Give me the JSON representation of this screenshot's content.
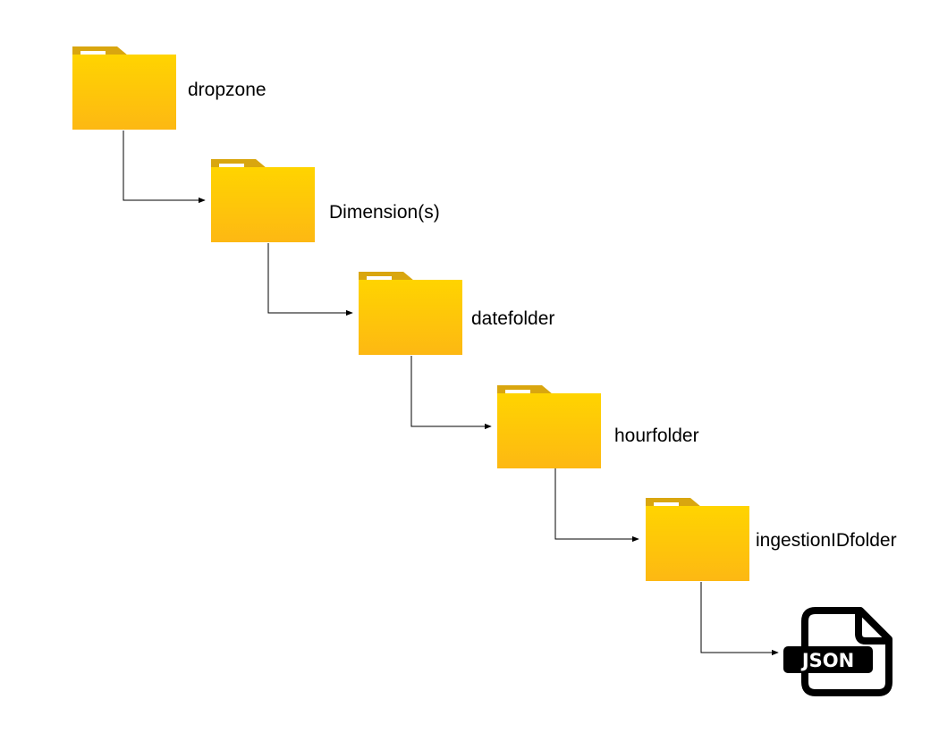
{
  "diagram": {
    "folders": [
      {
        "label": "dropzone"
      },
      {
        "label": "Dimension(s)"
      },
      {
        "label": "datefolder"
      },
      {
        "label": "hourfolder"
      },
      {
        "label": "ingestionIDfolder"
      }
    ],
    "file": {
      "label": "JSON",
      "icon": "json-file-icon"
    },
    "colors": {
      "folder_tab": "#D9A60F",
      "folder_front_top": "#FFD400",
      "folder_front_bottom": "#FDB813",
      "tab_highlight": "#FFFFFF",
      "connector": "#000000",
      "file_icon": "#000000"
    }
  }
}
